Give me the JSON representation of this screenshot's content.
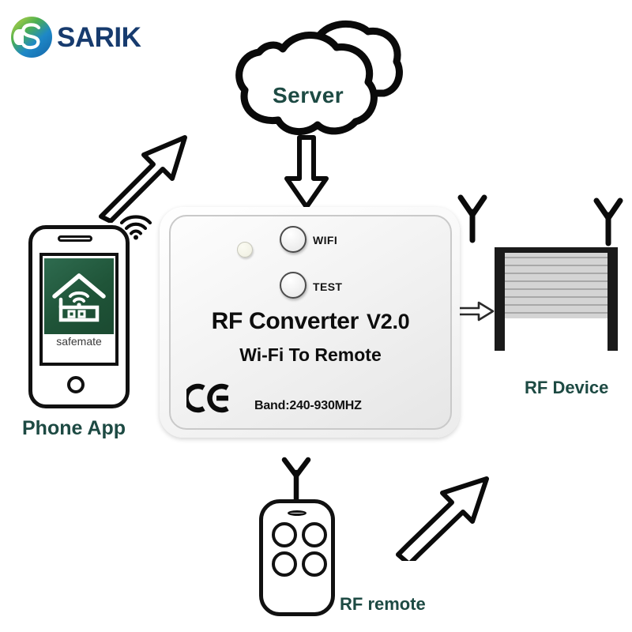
{
  "brand": {
    "logo_text": "SARIK",
    "logo_icon": "sarik-circle-s-logo",
    "logo_gradient_green": "#7cb342",
    "logo_gradient_blue": "#1565a8",
    "logo_text_color": "#173b6e"
  },
  "diagram": {
    "accent_label_color": "#1d4a43",
    "nodes": {
      "server": {
        "label": "Server",
        "icon": "cloud-icon"
      },
      "phone": {
        "label": "Phone App",
        "app_name": "safemate",
        "app_icon": "home-wifi-router-icon",
        "app_tile_color": "#1f5438",
        "wifi_icon": "wifi-signal-icon"
      },
      "converter": {
        "title": "RF Converter",
        "version": "V2.0",
        "subtitle": "Wi-Fi To Remote",
        "band": "Band:240-930MHZ",
        "certification": "CE",
        "led_name": "status-led",
        "buttons": [
          {
            "label": "WIFI",
            "name": "wifi-button"
          },
          {
            "label": "TEST",
            "name": "test-button"
          }
        ]
      },
      "rf_device": {
        "label": "RF Device",
        "icon": "roller-door-icon",
        "slat_count": 9
      },
      "rf_remote": {
        "label": "RF remote",
        "icon": "remote-control-icon",
        "button_count": 4
      }
    },
    "arrows": [
      {
        "name": "arrow-phone-to-server",
        "direction": "up-right",
        "style": "hollow-outline"
      },
      {
        "name": "arrow-server-to-converter",
        "direction": "down",
        "style": "hollow-outline"
      },
      {
        "name": "arrow-converter-to-rf-device",
        "direction": "right",
        "style": "hollow-outline"
      },
      {
        "name": "arrow-remote-to-rf-device",
        "direction": "up-right",
        "style": "hollow-outline"
      }
    ],
    "antennas": [
      {
        "name": "antenna-converter-right"
      },
      {
        "name": "antenna-rf-device"
      },
      {
        "name": "antenna-rf-remote"
      }
    ]
  }
}
